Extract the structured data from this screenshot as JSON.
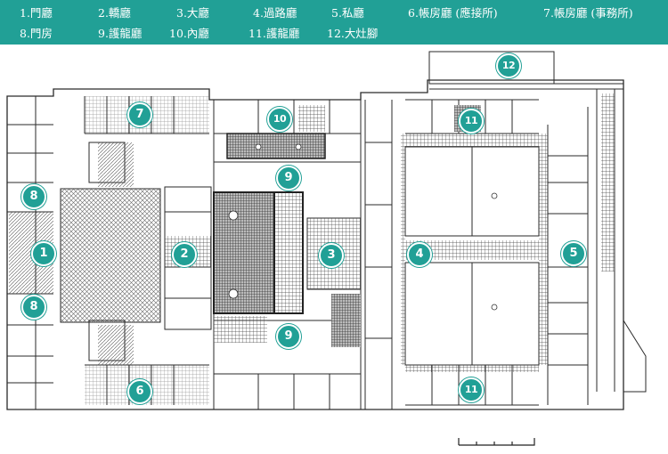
{
  "legend": {
    "row1": [
      "1.門廳",
      "2.轎廳",
      "3.大廳",
      "4.過路廳",
      "5.私廳",
      "6.帳房廳 (應接所)",
      "7.帳房廳 (事務所)"
    ],
    "row2": [
      "8.門房",
      "9.護龍廳",
      "10.內廳",
      "11.護龍廳",
      "12.大灶腳"
    ]
  },
  "markers": [
    "1",
    "2",
    "3",
    "4",
    "5",
    "6",
    "7",
    "8",
    "8",
    "9",
    "9",
    "10",
    "11",
    "11",
    "12"
  ],
  "colors": {
    "accent": "#21a096",
    "line": "#2a2a2a",
    "hatch": "#555555"
  },
  "icons": {
    "scale_bar": "scale-bar-icon",
    "markers": "numbered-circle-icon"
  }
}
